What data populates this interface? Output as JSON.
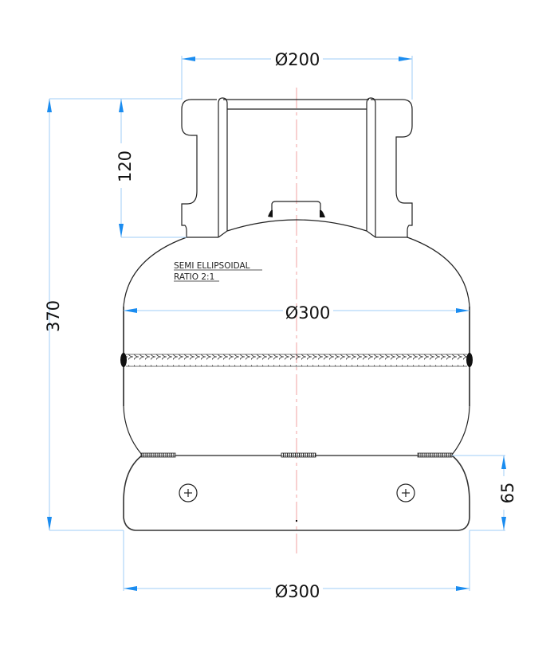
{
  "drawing": {
    "title": "Cylindrical pressure vessel with valve guard and foot ring",
    "colors": {
      "outline": "#222222",
      "dimension_line": "#9fcdf7",
      "arrow": "#1a8cf0",
      "centerline": "#f2a0a0"
    },
    "dimensions": {
      "top_guard_diameter": "Ø200",
      "guard_height": "120",
      "overall_height": "370",
      "body_diameter": "Ø300",
      "foot_ring_height": "65",
      "foot_ring_diameter": "Ø300"
    },
    "notes": {
      "head_type_line1": "SEMI ELLIPSOIDAL",
      "head_type_line2": "RATIO 2:1"
    },
    "features": [
      "valve-guard-collar",
      "valve-boss",
      "upper-head",
      "circumferential-weld-seam",
      "lower-head",
      "foot-ring",
      "foot-ring-hole-left",
      "foot-ring-hole-right",
      "centerline"
    ]
  }
}
